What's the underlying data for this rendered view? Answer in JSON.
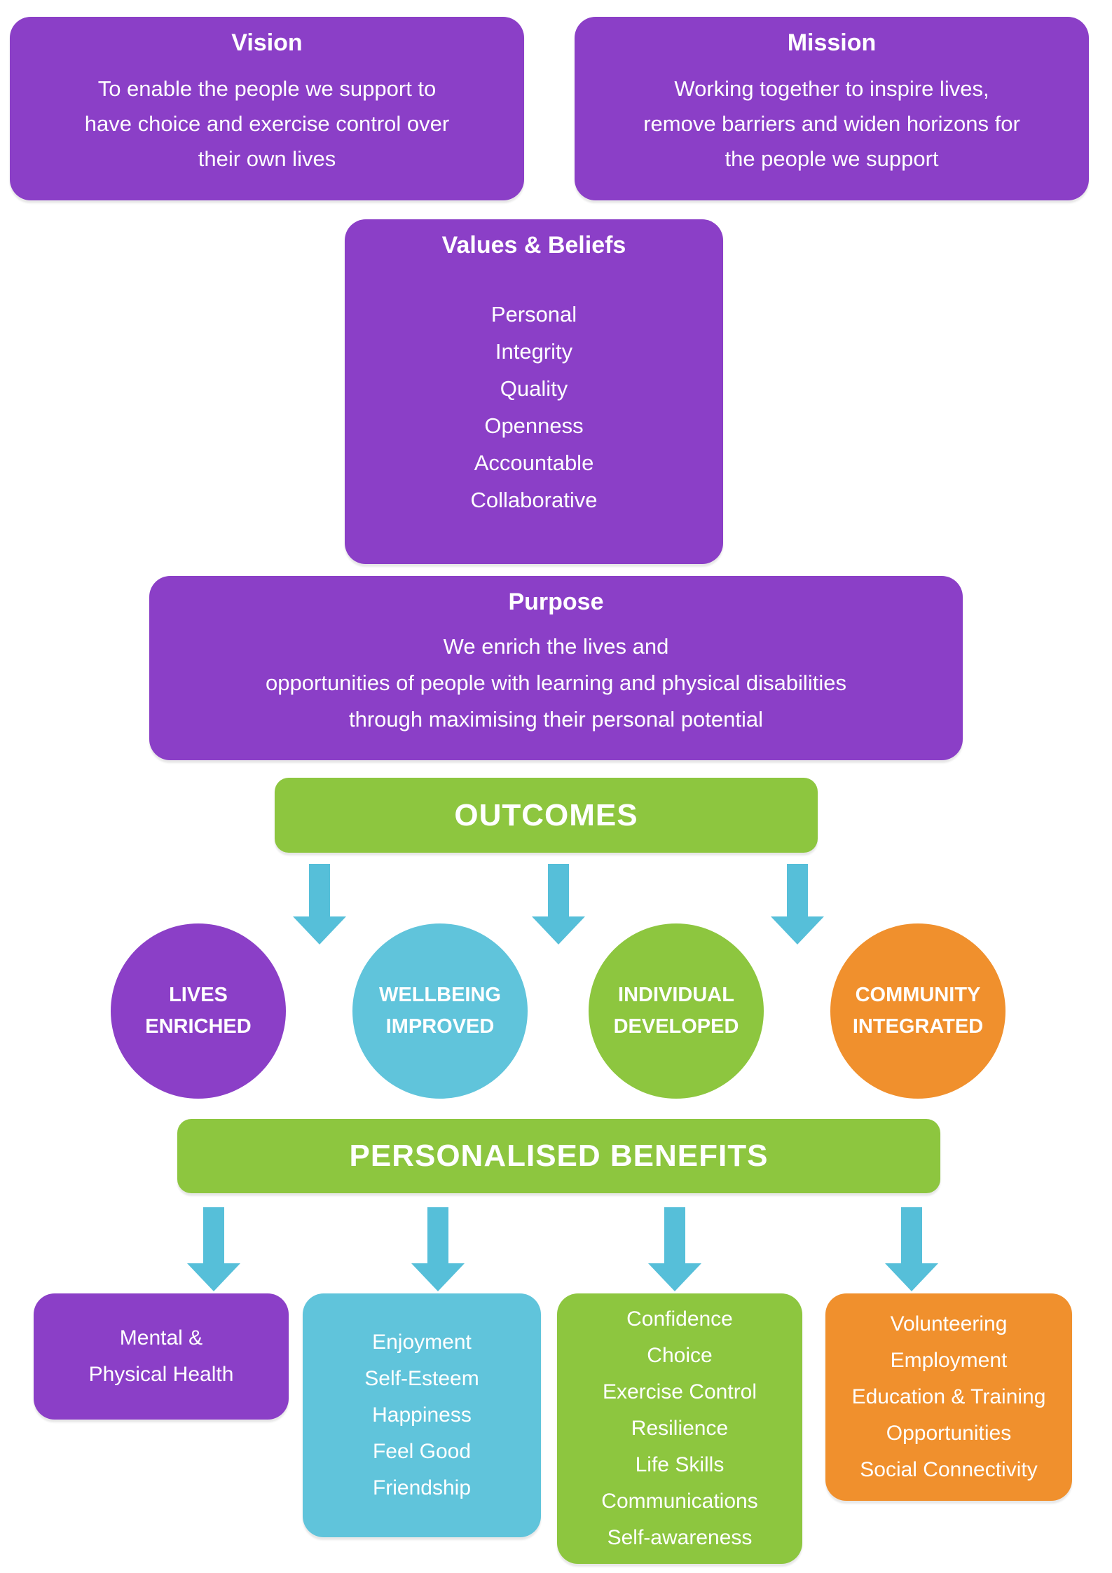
{
  "palette": {
    "purple": "#8B3FC7",
    "green": "#8DC63F",
    "blue": "#60C4DB",
    "blue_arrow": "#56BFD9",
    "orange": "#F0902D",
    "text": "#FFFFFF"
  },
  "vision": {
    "title": "Vision",
    "body": [
      "To enable the people we support to",
      "have choice and exercise control over",
      "their own lives"
    ]
  },
  "mission": {
    "title": "Mission",
    "body": [
      "Working together to inspire lives,",
      "remove barriers and widen horizons for",
      "the people we support"
    ]
  },
  "values": {
    "title": "Values & Beliefs",
    "items": [
      "Personal",
      "Integrity",
      "Quality",
      "Openness",
      "Accountable",
      "Collaborative"
    ]
  },
  "purpose": {
    "title": "Purpose",
    "body": [
      "We enrich the lives and",
      "opportunities of people with learning and physical disabilities",
      "through maximising their personal potential"
    ]
  },
  "outcomes": {
    "label": "OUTCOMES",
    "circles": [
      {
        "label": [
          "LIVES",
          "ENRICHED"
        ],
        "color": "purple"
      },
      {
        "label": [
          "WELLBEING",
          "IMPROVED"
        ],
        "color": "blue"
      },
      {
        "label": [
          "INDIVIDUAL",
          "DEVELOPED"
        ],
        "color": "green"
      },
      {
        "label": [
          "COMMUNITY",
          "INTEGRATED"
        ],
        "color": "orange"
      }
    ]
  },
  "benefits": {
    "label": "PERSONALISED BENEFITS",
    "boxes": [
      {
        "lines": [
          "Mental &",
          "Physical Health"
        ],
        "color": "purple"
      },
      {
        "lines": [
          "Enjoyment",
          "Self-Esteem",
          "Happiness",
          "Feel Good",
          "Friendship"
        ],
        "color": "blue"
      },
      {
        "lines": [
          "Confidence",
          "Choice",
          "Exercise Control",
          "Resilience",
          "Life Skills",
          "Communications",
          "Self-awareness"
        ],
        "color": "green"
      },
      {
        "lines": [
          "Volunteering",
          "Employment",
          "Education & Training",
          "Opportunities",
          "Social Connectivity"
        ],
        "color": "orange"
      }
    ]
  }
}
